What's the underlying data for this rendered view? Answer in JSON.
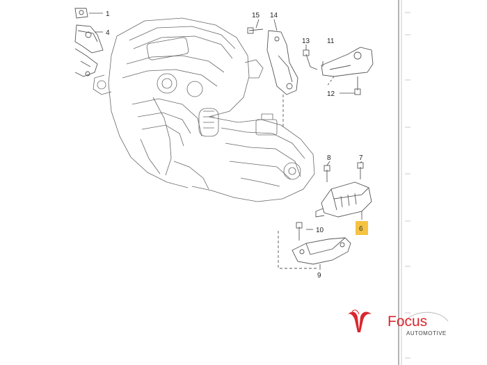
{
  "callouts": {
    "c1": "1",
    "c4": "4",
    "c6": "6",
    "c7": "7",
    "c8": "8",
    "c9": "9",
    "c10": "10",
    "c11": "11",
    "c12": "12",
    "c13": "13",
    "c14": "14",
    "c15": "15"
  },
  "logo": {
    "word": "Focus",
    "sub": "AUTOMOTIVE"
  },
  "colors": {
    "highlight": "#f5c242",
    "brand": "#d9272e",
    "line": "#555555"
  }
}
